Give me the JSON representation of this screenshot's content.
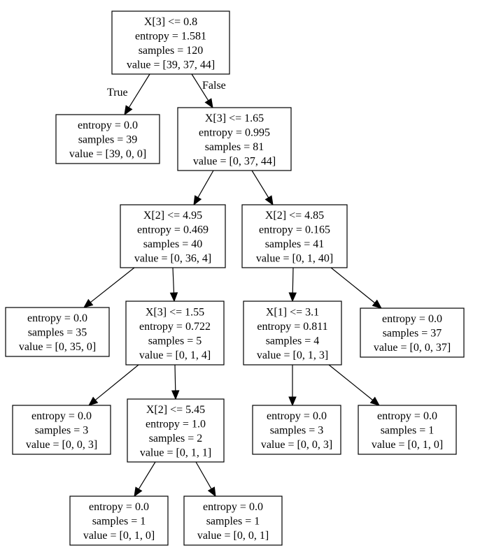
{
  "tree": {
    "nodes": [
      {
        "id": "n0",
        "lines": [
          "X[3] <= 0.8",
          "entropy = 1.581",
          "samples = 120",
          "value = [39, 37, 44]"
        ]
      },
      {
        "id": "n1",
        "lines": [
          "entropy = 0.0",
          "samples = 39",
          "value = [39, 0, 0]"
        ]
      },
      {
        "id": "n2",
        "lines": [
          "X[3] <= 1.65",
          "entropy = 0.995",
          "samples = 81",
          "value = [0, 37, 44]"
        ]
      },
      {
        "id": "n3",
        "lines": [
          "X[2] <= 4.95",
          "entropy = 0.469",
          "samples = 40",
          "value = [0, 36, 4]"
        ]
      },
      {
        "id": "n4",
        "lines": [
          "X[2] <= 4.85",
          "entropy = 0.165",
          "samples = 41",
          "value = [0, 1, 40]"
        ]
      },
      {
        "id": "n5",
        "lines": [
          "entropy = 0.0",
          "samples = 35",
          "value = [0, 35, 0]"
        ]
      },
      {
        "id": "n6",
        "lines": [
          "X[3] <= 1.55",
          "entropy = 0.722",
          "samples = 5",
          "value = [0, 1, 4]"
        ]
      },
      {
        "id": "n7",
        "lines": [
          "X[1] <= 3.1",
          "entropy = 0.811",
          "samples = 4",
          "value = [0, 1, 3]"
        ]
      },
      {
        "id": "n8",
        "lines": [
          "entropy = 0.0",
          "samples = 37",
          "value = [0, 0, 37]"
        ]
      },
      {
        "id": "n9",
        "lines": [
          "entropy = 0.0",
          "samples = 3",
          "value = [0, 0, 3]"
        ]
      },
      {
        "id": "n10",
        "lines": [
          "X[2] <= 5.45",
          "entropy = 1.0",
          "samples = 2",
          "value = [0, 1, 1]"
        ]
      },
      {
        "id": "n11",
        "lines": [
          "entropy = 0.0",
          "samples = 3",
          "value = [0, 0, 3]"
        ]
      },
      {
        "id": "n12",
        "lines": [
          "entropy = 0.0",
          "samples = 1",
          "value = [0, 1, 0]"
        ]
      },
      {
        "id": "n13",
        "lines": [
          "entropy = 0.0",
          "samples = 1",
          "value = [0, 1, 0]"
        ]
      },
      {
        "id": "n14",
        "lines": [
          "entropy = 0.0",
          "samples = 1",
          "value = [0, 0, 1]"
        ]
      }
    ],
    "edges": [
      {
        "from": "n0",
        "to": "n1",
        "label": "True"
      },
      {
        "from": "n0",
        "to": "n2",
        "label": "False"
      },
      {
        "from": "n2",
        "to": "n3",
        "label": ""
      },
      {
        "from": "n2",
        "to": "n4",
        "label": ""
      },
      {
        "from": "n3",
        "to": "n5",
        "label": ""
      },
      {
        "from": "n3",
        "to": "n6",
        "label": ""
      },
      {
        "from": "n4",
        "to": "n7",
        "label": ""
      },
      {
        "from": "n4",
        "to": "n8",
        "label": ""
      },
      {
        "from": "n6",
        "to": "n9",
        "label": ""
      },
      {
        "from": "n6",
        "to": "n10",
        "label": ""
      },
      {
        "from": "n7",
        "to": "n11",
        "label": ""
      },
      {
        "from": "n7",
        "to": "n12",
        "label": ""
      },
      {
        "from": "n10",
        "to": "n13",
        "label": ""
      },
      {
        "from": "n10",
        "to": "n14",
        "label": ""
      }
    ]
  }
}
